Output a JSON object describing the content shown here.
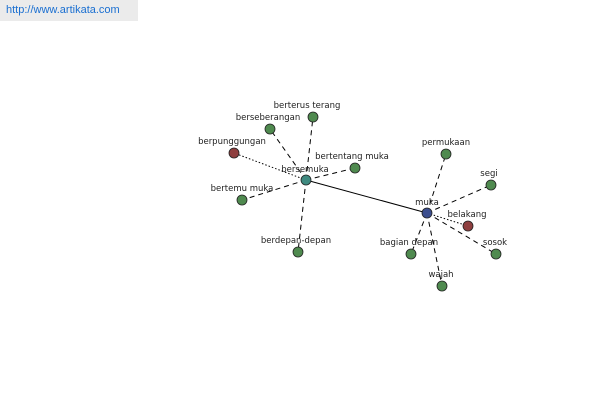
{
  "banner": {
    "url": "http://www.artikata.com"
  },
  "colors": {
    "hub": "#3d4f8f",
    "secondary_hub": "#3f8a80",
    "synonym": "#4f8a4f",
    "antonym": "#8f3f3f"
  },
  "graph": {
    "nodes": [
      {
        "id": "muka",
        "label": "muka",
        "kind": "hub"
      },
      {
        "id": "bersemuka",
        "label": "bersemuka",
        "kind": "secondary_hub"
      },
      {
        "id": "berterus-terang",
        "label": "berterus terang",
        "kind": "synonym"
      },
      {
        "id": "berseberangan",
        "label": "berseberangan",
        "kind": "synonym"
      },
      {
        "id": "berpunggungan",
        "label": "berpunggungan",
        "kind": "antonym"
      },
      {
        "id": "bertentang-muka",
        "label": "bertentang muka",
        "kind": "synonym"
      },
      {
        "id": "bertemu-muka",
        "label": "bertemu muka",
        "kind": "synonym"
      },
      {
        "id": "berdepan-depan",
        "label": "berdepan-depan",
        "kind": "synonym"
      },
      {
        "id": "permukaan",
        "label": "permukaan",
        "kind": "synonym"
      },
      {
        "id": "segi",
        "label": "segi",
        "kind": "synonym"
      },
      {
        "id": "belakang",
        "label": "belakang",
        "kind": "antonym"
      },
      {
        "id": "sosok",
        "label": "sosok",
        "kind": "synonym"
      },
      {
        "id": "bagian-depan",
        "label": "bagian depan",
        "kind": "synonym"
      },
      {
        "id": "wajah",
        "label": "wajah",
        "kind": "synonym"
      }
    ],
    "edges": [
      {
        "from": "bersemuka",
        "to": "muka",
        "style": "solid"
      },
      {
        "from": "bersemuka",
        "to": "berterus-terang",
        "style": "dashed"
      },
      {
        "from": "bersemuka",
        "to": "berseberangan",
        "style": "dashed"
      },
      {
        "from": "bersemuka",
        "to": "berpunggungan",
        "style": "dotted"
      },
      {
        "from": "bersemuka",
        "to": "bertentang-muka",
        "style": "dashed"
      },
      {
        "from": "bersemuka",
        "to": "bertemu-muka",
        "style": "dashed"
      },
      {
        "from": "bersemuka",
        "to": "berdepan-depan",
        "style": "dashed"
      },
      {
        "from": "muka",
        "to": "permukaan",
        "style": "dashed"
      },
      {
        "from": "muka",
        "to": "segi",
        "style": "dashed"
      },
      {
        "from": "muka",
        "to": "belakang",
        "style": "dotted"
      },
      {
        "from": "muka",
        "to": "sosok",
        "style": "dashed"
      },
      {
        "from": "muka",
        "to": "bagian-depan",
        "style": "dashed"
      },
      {
        "from": "muka",
        "to": "wajah",
        "style": "dashed"
      }
    ]
  }
}
